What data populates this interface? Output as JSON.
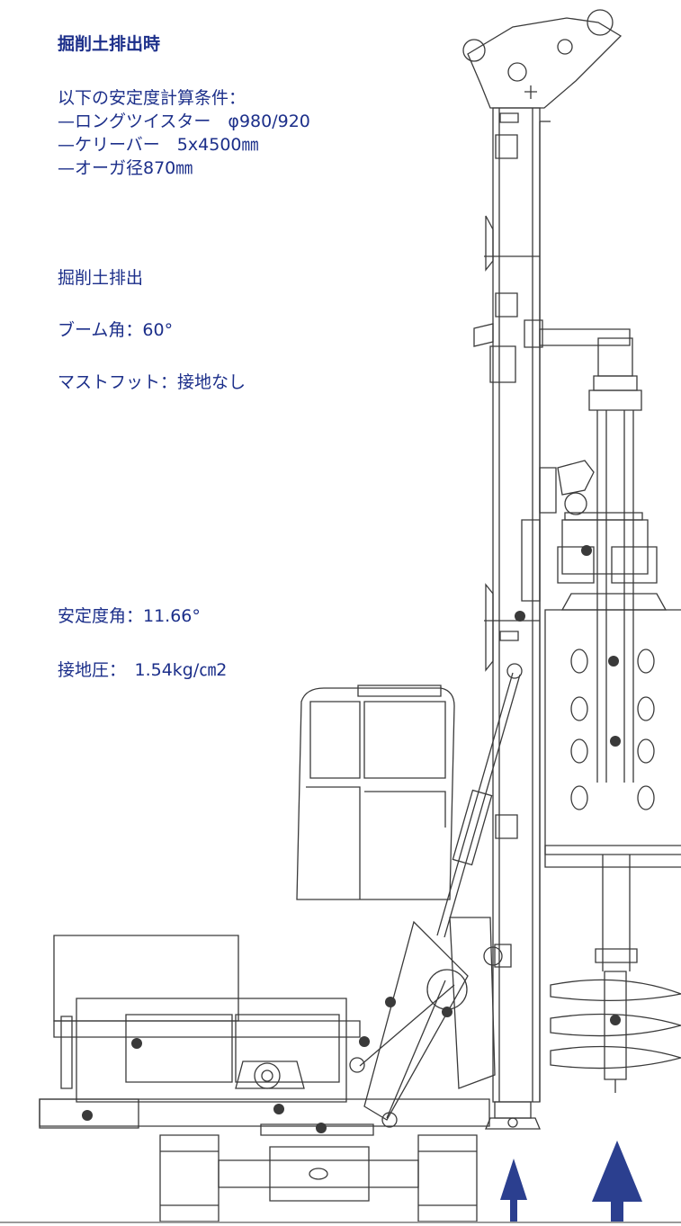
{
  "title": "掘削土排出時",
  "conditions": {
    "heading": "以下の安定度計算条件：",
    "items": [
      "—ロングツイスター　φ980/920",
      "—ケリーバー　5x4500㎜",
      "—オーガ径870㎜"
    ]
  },
  "state": {
    "operation": "掘削土排出",
    "boom_angle": "ブーム角：60°",
    "mast_foot": "マストフット：接地なし"
  },
  "results": {
    "stability_angle": "安定度角：11.66°",
    "ground_pressure": "接地圧：　1.54kg/㎝2"
  },
  "colors": {
    "text": "#1c2f8a",
    "line": "#3a3a3a",
    "arrow": "#2b3f8f"
  }
}
